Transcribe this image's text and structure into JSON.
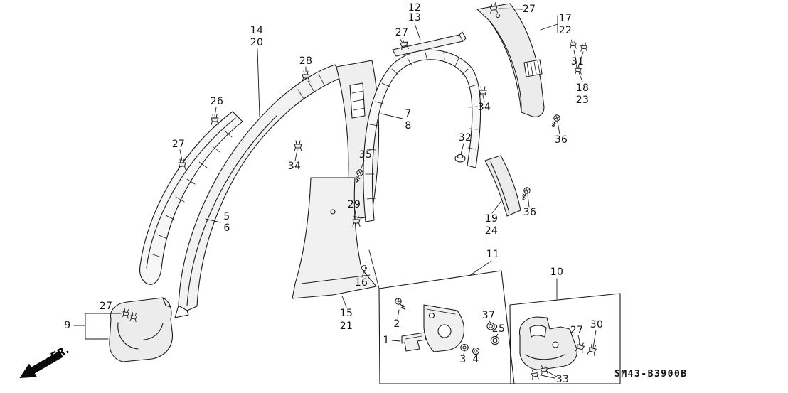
{
  "colors": {
    "ink": "#1a1a1a",
    "paper": "#ffffff"
  },
  "footer": {
    "part_code": "SM43-B3900B"
  },
  "orientation": {
    "front_label": "FR."
  },
  "callouts": [
    "12",
    "13",
    "27",
    "27",
    "17",
    "22",
    "14",
    "20",
    "28",
    "31",
    "18",
    "23",
    "26",
    "7",
    "8",
    "34",
    "32",
    "36",
    "27",
    "35",
    "34",
    "29",
    "5",
    "6",
    "19",
    "24",
    "36",
    "11",
    "10",
    "16",
    "15",
    "21",
    "27",
    "9",
    "2",
    "37",
    "25",
    "27",
    "30",
    "1",
    "3",
    "4",
    "33"
  ]
}
